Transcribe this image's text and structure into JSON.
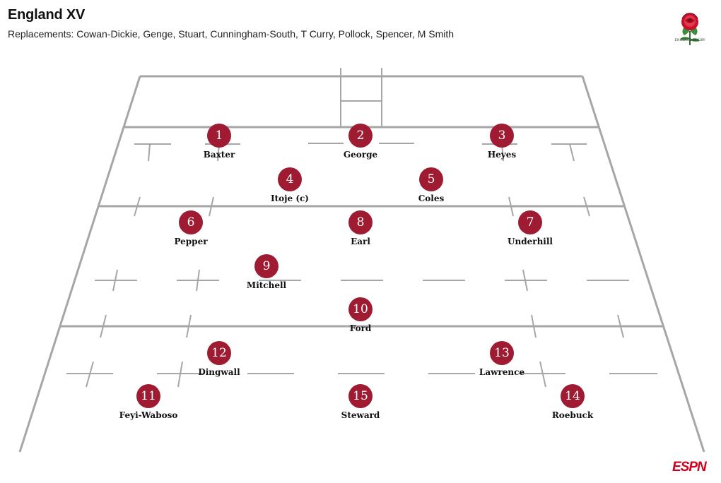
{
  "header": {
    "title": "England XV",
    "replacements": "Replacements: Cowan-Dickie, Genge, Stuart, Cunningham-South, T Curry, Pollock, Spencer, M Smith"
  },
  "crest": {
    "icon": "england-rugby-rose-icon",
    "text": "ENGLAND RUGBY"
  },
  "brand": {
    "logo_text": "ESPN",
    "color": "#d0021b"
  },
  "colors": {
    "badge": "#9e1b32",
    "pitch_lines": "#a6a6a6"
  },
  "players": [
    {
      "number": "1",
      "name": "Baxter"
    },
    {
      "number": "2",
      "name": "George"
    },
    {
      "number": "3",
      "name": "Heyes"
    },
    {
      "number": "4",
      "name": "Itoje (c)"
    },
    {
      "number": "5",
      "name": "Coles"
    },
    {
      "number": "6",
      "name": "Pepper"
    },
    {
      "number": "7",
      "name": "Underhill"
    },
    {
      "number": "8",
      "name": "Earl"
    },
    {
      "number": "9",
      "name": "Mitchell"
    },
    {
      "number": "10",
      "name": "Ford"
    },
    {
      "number": "11",
      "name": "Feyi-Waboso"
    },
    {
      "number": "12",
      "name": "Dingwall"
    },
    {
      "number": "13",
      "name": "Lawrence"
    },
    {
      "number": "14",
      "name": "Roebuck"
    },
    {
      "number": "15",
      "name": "Steward"
    }
  ]
}
